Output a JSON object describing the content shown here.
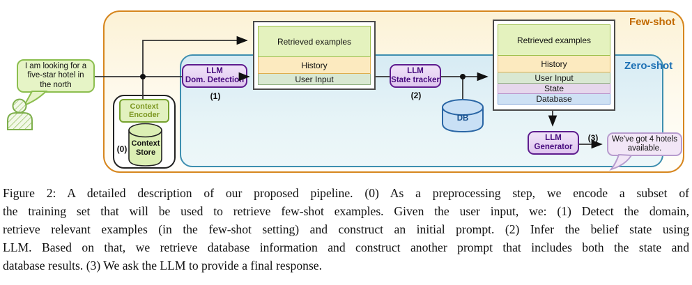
{
  "figure": {
    "user_bubble": {
      "text": "I am looking for a\nfive-star hotel in\nthe north"
    },
    "output_bubble": {
      "text": "We've got 4 hotels\navailable."
    },
    "labels": {
      "few_shot": "Few-shot",
      "zero_shot": "Zero-shot"
    },
    "steps": {
      "s0": "(0)",
      "s1": "(1)",
      "s2": "(2)",
      "s3": "(3)"
    },
    "context": {
      "encoder": "Context\nEncoder",
      "store": "Context\nStore"
    },
    "llm_dom_detection": "LLM\nDom. Detection",
    "llm_state_tracker": "LLM\nState tracker",
    "llm_generator": "LLM\nGenerator",
    "db": "DB",
    "prompt1": {
      "rows": [
        "Retrieved examples",
        "History",
        "User Input"
      ]
    },
    "prompt2": {
      "rows": [
        "Retrieved examples",
        "History",
        "User Input",
        "State",
        "Database"
      ]
    },
    "colors": {
      "few_shot_accent": "#C26A00",
      "zero_shot_accent": "#1F72B5",
      "llm_box_border": "#5E1C8E",
      "user_green": "#8CBE4F",
      "db_blue": "#2A66A5",
      "output_purple": "#B79CCE"
    }
  },
  "caption": {
    "lines": [
      "Figure 2: A detailed description of our proposed pipeline. (0) As a preprocessing step, we encode a subset of",
      "the training set that will be used to retrieve few-shot examples. Given the user input, we: (1) Detect the domain,",
      "retrieve relevant examples (in the few-shot setting) and construct an initial prompt. (2) Infer the belief state using",
      "LLM. Based on that, we retrieve database information and construct another prompt that includes both the state and",
      "database results. (3) We ask the LLM to provide a final response."
    ]
  }
}
